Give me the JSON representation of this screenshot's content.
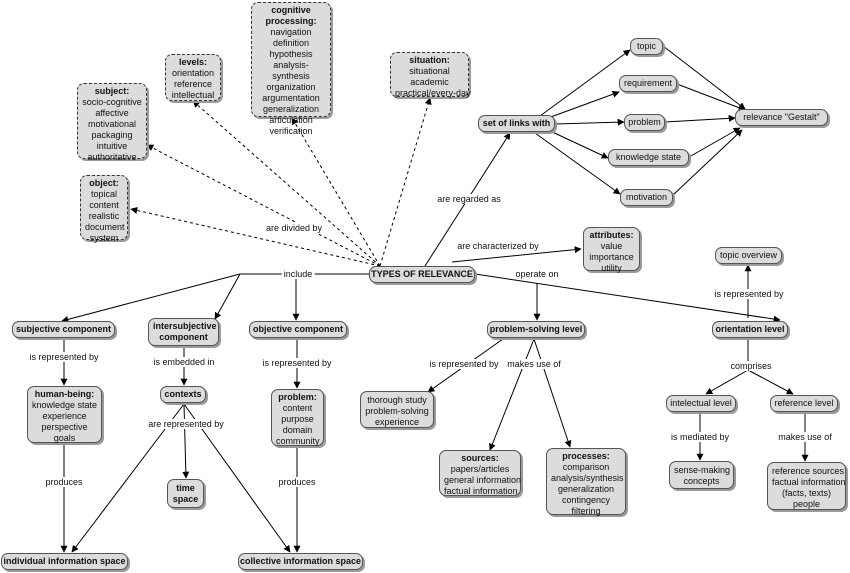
{
  "nodes": {
    "types": "TYPES OF RELEVANCE",
    "set_links": "set of links with",
    "topic": "topic",
    "requirement": "requirement",
    "problem": "problem",
    "knowledge_state": "knowledge state",
    "motivation": "motivation",
    "relevance_gestalt": "relevance \"Gestalt\"",
    "attributes": {
      "title": "attributes:",
      "lines": [
        "value",
        "importance",
        "utility"
      ]
    },
    "subject": {
      "title": "subject:",
      "lines": [
        "socio-cognitive",
        "affective",
        "motivational",
        "packaging",
        "intuitive",
        "authoritative"
      ]
    },
    "levels": {
      "title": "levels:",
      "lines": [
        "orientation",
        "reference",
        "intellectual"
      ]
    },
    "cognitive": {
      "title": "cognitive processing:",
      "lines": [
        "navigation",
        "definition",
        "hypothesis",
        "analysis-synthesis",
        "organization",
        "argumentation",
        "generalization",
        "articulation",
        "verification"
      ]
    },
    "situation": {
      "title": "situation:",
      "lines": [
        "situational",
        "academic",
        "practical/every-day"
      ]
    },
    "object": {
      "title": "object:",
      "lines": [
        "topical",
        "content",
        "realistic",
        "document",
        "system"
      ]
    },
    "subjective_component": "subjective component",
    "intersubjective_component": "intersubjective component",
    "objective_component": "objective component",
    "problem_solving_level": "problem-solving level",
    "orientation_level": "orientation level",
    "topic_overview": "topic overview",
    "human_being": {
      "title": "human-being:",
      "lines": [
        "knowledge state",
        "experience",
        "perspective",
        "goals"
      ]
    },
    "contexts": "contexts",
    "problem_obj": {
      "title": "problem:",
      "lines": [
        "content",
        "purpose",
        "domain",
        "community"
      ]
    },
    "thorough_study": {
      "lines": [
        "thorough study",
        "problem-solving",
        "experience"
      ]
    },
    "sources": {
      "title": "sources:",
      "lines": [
        "papers/articles",
        "general information",
        "factual information"
      ]
    },
    "processes": {
      "title": "processes:",
      "lines": [
        "comparison",
        "analysis/synthesis",
        "generalization",
        "contingency",
        "filtering"
      ]
    },
    "intelectual_level": "intelectual level",
    "reference_level": "reference level",
    "sense_making": {
      "lines": [
        "sense-making",
        "concepts"
      ]
    },
    "reference_sources": {
      "lines": [
        "reference sources",
        "factual information",
        "(facts, texts)",
        "people"
      ]
    },
    "time_space": {
      "lines": [
        "time",
        "space"
      ]
    },
    "individual_space": "individual information space",
    "collective_space": "collective information space"
  },
  "labels": {
    "are_regarded_as": "are regarded as",
    "are_characterized_by": "are characterized by",
    "are_divided_by": "are divided by",
    "include": "include",
    "operate_on": "operate on",
    "is_represented_by_subj": "is represented by",
    "is_embedded_in": "is embedded in",
    "is_represented_by_obj": "is represented by",
    "are_represented_by": "are represented by",
    "produces_left": "produces",
    "produces_right": "produces",
    "is_represented_by_ps": "is represented by",
    "makes_use_of_ps": "makes use of",
    "is_represented_by_or": "is represented by",
    "comprises": "comprises",
    "is_mediated_by": "is mediated by",
    "makes_use_of_ref": "makes use of"
  }
}
